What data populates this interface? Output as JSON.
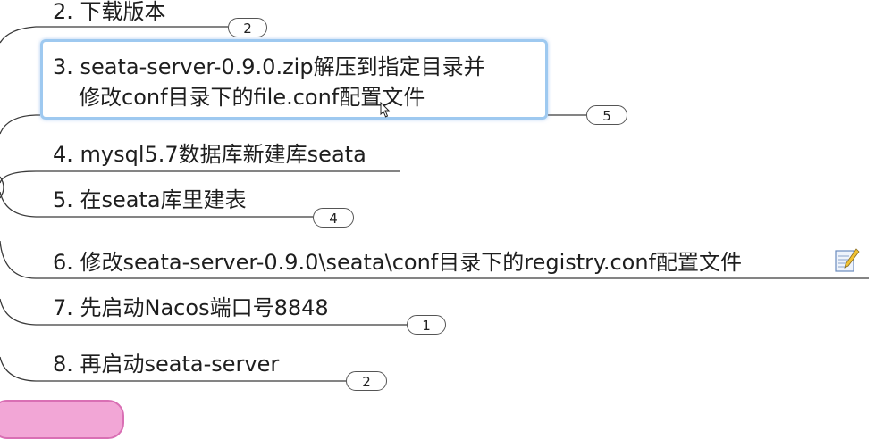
{
  "nodes": [
    {
      "label": "2. 下载版本",
      "badge": "2"
    },
    {
      "line1": "3. seata-server-0.9.0.zip解压到指定目录并",
      "line2": "修改conf目录下的file.conf配置文件",
      "badge": "5",
      "selected": true
    },
    {
      "label": "4. mysql5.7数据库新建库seata"
    },
    {
      "label": "5. 在seata库里建表",
      "badge": "4"
    },
    {
      "label": "6. 修改seata-server-0.9.0\\seata\\conf目录下的registry.conf配置文件",
      "note_icon": "note-icon"
    },
    {
      "label": "7. 先启动Nacos端口号8848",
      "badge": "1"
    },
    {
      "label": "8. 再启动seata-server",
      "badge": "2"
    }
  ],
  "colors": {
    "selection_border": "#9ec9f0",
    "connector": "#3a3a3a",
    "pink_node": "#f2a6d6"
  }
}
